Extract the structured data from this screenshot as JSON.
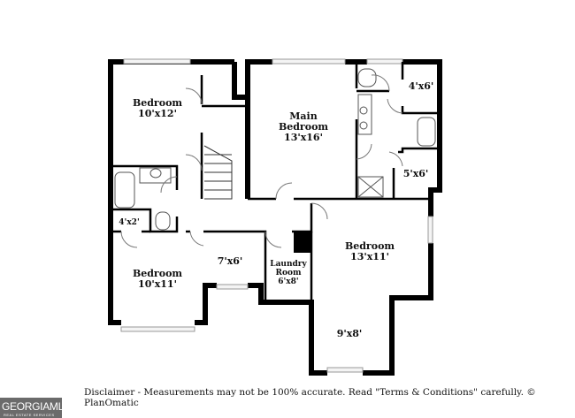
{
  "rooms": {
    "bedroom1": {
      "name": "Bedroom",
      "size": "10'x12'"
    },
    "main_bedroom": {
      "name1": "Main",
      "name2": "Bedroom",
      "size": "13'x16'"
    },
    "bedroom2": {
      "name": "Bedroom",
      "size": "13'x11'"
    },
    "bedroom3": {
      "name": "Bedroom",
      "size": "10'x11'"
    },
    "laundry": {
      "name1": "Laundry",
      "name2": "Room",
      "size": "6'x8'"
    },
    "closet_4x2": "4'x2'",
    "closet_4x6": "4'x6'",
    "bath_5x6": "5'x6'",
    "area_7x6": "7'x6'",
    "area_9x8": "9'x8'"
  },
  "footer": {
    "disclaimer": "Disclaimer - Measurements may not be 100% accurate. Read \"Terms & Conditions\" carefully. © PlanOmatic",
    "logo_name": "GEORGIAMLS",
    "logo_sub": "REAL ESTATE SERVICES"
  }
}
